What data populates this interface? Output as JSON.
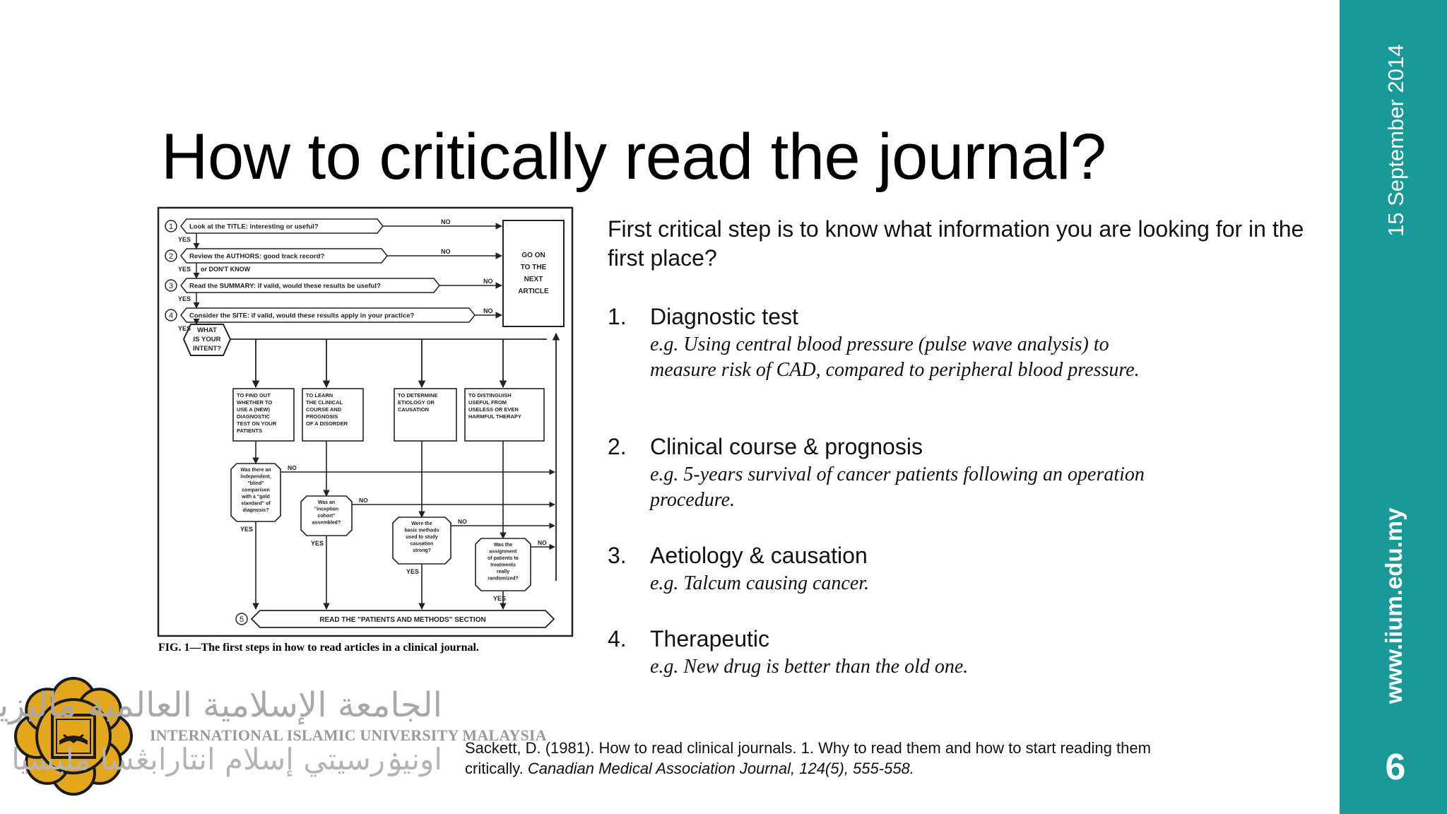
{
  "slide": {
    "title": "How to critically read the journal?",
    "date": "15 September 2014",
    "website": "www.iium.edu.my",
    "page_number": "6",
    "accent_color": "#1a9999"
  },
  "figure": {
    "caption": "FIG. 1—The first steps in how to read articles in a clinical journal.",
    "steps": [
      {
        "num": "1",
        "text": "Look at the TITLE:  interesting or useful?"
      },
      {
        "num": "2",
        "text": "Review the AUTHORS:  good track record?"
      },
      {
        "num": "3",
        "text": "Read the SUMMARY:  if valid, would these results be useful?"
      },
      {
        "num": "4",
        "text": "Consider the SITE:  if valid, would these results apply in your practice?"
      }
    ],
    "yes_labels": [
      "YES",
      "YES",
      "YES",
      "YES"
    ],
    "authors_yes_extra": "or DON'T KNOW",
    "no_label": "NO",
    "go_on": [
      "GO ON",
      "TO THE",
      "NEXT",
      "ARTICLE"
    ],
    "intent": [
      "WHAT",
      "IS YOUR",
      "INTENT?"
    ],
    "intents": [
      [
        "TO FIND OUT",
        "WHETHER TO",
        "USE A (NEW)",
        "DIAGNOSTIC",
        "TEST ON YOUR",
        "PATIENTS"
      ],
      [
        "TO LEARN",
        "THE CLINICAL",
        "COURSE AND",
        "PROGNOSIS",
        "OF A DISORDER"
      ],
      [
        "TO DETERMINE",
        "ETIOLOGY OR",
        "CAUSATION"
      ],
      [
        "TO DISTINGUISH",
        "USEFUL FROM",
        "USELESS OR EVEN",
        "HARMFUL THERAPY"
      ]
    ],
    "questions": [
      [
        "Was there an",
        "independent,",
        "\"blind\"",
        "comparison",
        "with a \"gold",
        "standard\" of",
        "diagnosis?"
      ],
      [
        "Was an",
        "\"inception",
        "cohort\"",
        "assembled?"
      ],
      [
        "Were the",
        "basic methods",
        "used to study",
        "causation",
        "strong?"
      ],
      [
        "Was the",
        "assignment",
        "of patients to",
        "treatments",
        "really",
        "randomized?"
      ]
    ],
    "final_num": "5",
    "final_step": "READ THE \"PATIENTS AND METHODS\" SECTION"
  },
  "content": {
    "intro": "First critical step is to know what information you are looking for in the first place?",
    "items": [
      {
        "num": "1.",
        "label": "Diagnostic test",
        "example": "e.g. Using central blood pressure (pulse wave analysis) to measure risk of CAD, compared to peripheral blood pressure."
      },
      {
        "num": "2.",
        "label": "Clinical course & prognosis",
        "example": "e.g. 5-years survival of cancer patients following an operation procedure."
      },
      {
        "num": "3.",
        "label": "Aetiology & causation",
        "example": "e.g. Talcum causing cancer."
      },
      {
        "num": "4.",
        "label": "Therapeutic",
        "example": "e.g. New drug is better than the old one."
      }
    ]
  },
  "logo": {
    "arabic_name": "الجامعة الإسلامية العالمية ماليزيا",
    "english_name": "INTERNATIONAL ISLAMIC UNIVERSITY MALAYSIA",
    "jawi_name": "اونيۏرسيتي إسلام انتارابڠسا مليسيا",
    "colors": {
      "gold": "#e2a71c",
      "dark": "#1a1a1a"
    }
  },
  "reference": {
    "text": "Sackett, D. (1981). How to read clinical journals. 1. Why to read them and how to start reading them critically. ",
    "journal": "Canadian Medical Association Journal, 124(5), 555-558."
  }
}
